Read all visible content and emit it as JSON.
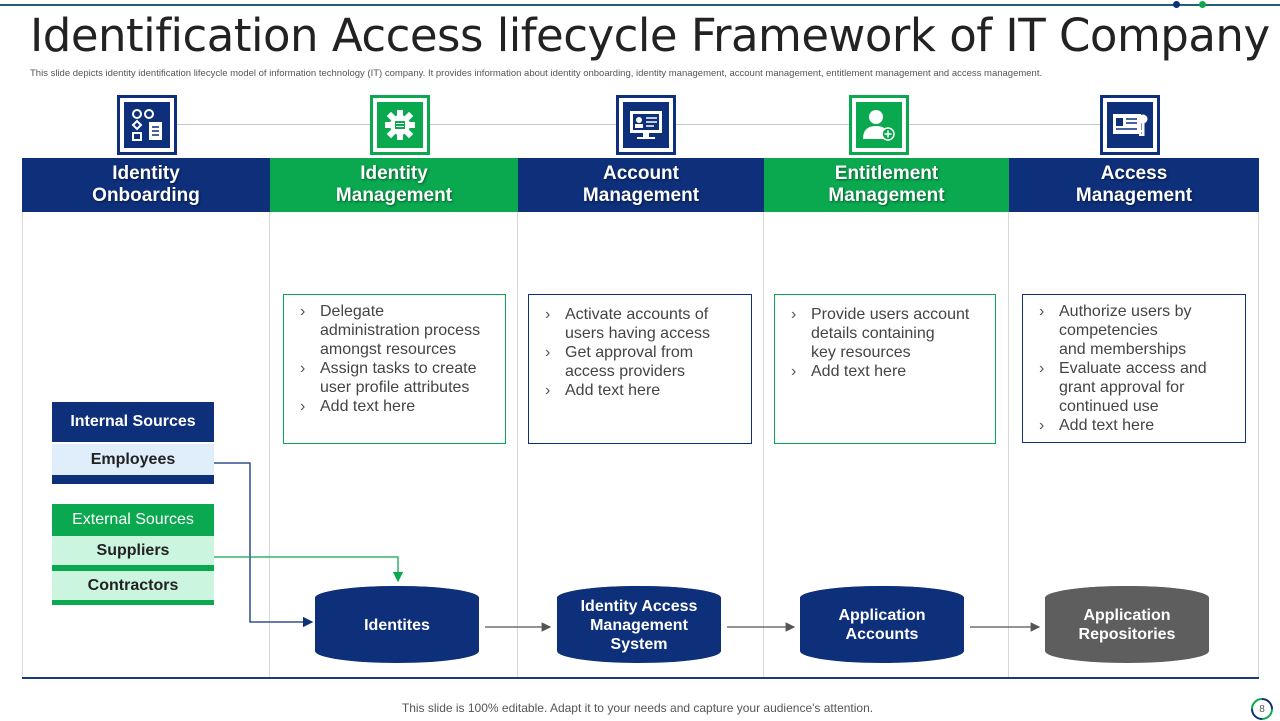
{
  "title": "Identification Access lifecycle Framework of IT Company",
  "subtitle": "This slide depicts identity identification lifecycle model of information technology (IT) company. It provides information about identity onboarding, identity management,  account management,  entitlement  management and access management.",
  "colors": {
    "navy": "#0e2f7a",
    "green": "#0aa84f",
    "gray": "#5e5e5e",
    "light_blue": "#dfeefa",
    "light_green": "#ccf5df"
  },
  "columns": [
    {
      "title": "Identity\nOnboarding",
      "icon": "flowchart-document-icon"
    },
    {
      "title": "Identity\nManagement",
      "icon": "gear-icon"
    },
    {
      "title": "Account\nManagement",
      "icon": "monitor-icon"
    },
    {
      "title": "Entitlement\nManagement",
      "icon": "user-add-icon"
    },
    {
      "title": "Access\nManagement",
      "icon": "id-card-key-icon"
    }
  ],
  "boxes": [
    {
      "bullets": [
        "Delegate\nadministration process\namongst resources",
        "Assign tasks to create\nuser profile attributes",
        "Add text here"
      ]
    },
    {
      "bullets": [
        "Activate accounts of\nusers having access",
        "Get approval from\n access providers",
        "Add text here"
      ]
    },
    {
      "bullets": [
        "Provide users account\ndetails containing\n key resources",
        "Add text here"
      ]
    },
    {
      "bullets": [
        "Authorize users by\ncompetencies\nand memberships",
        "Evaluate access and\ngrant approval for\ncontinued use",
        "Add text here"
      ]
    }
  ],
  "bullet_glyph": "›",
  "sources": {
    "internal": {
      "title": "Internal Sources",
      "items": [
        "Employees"
      ]
    },
    "external": {
      "title": "External Sources",
      "items": [
        "Suppliers",
        "Contractors"
      ]
    }
  },
  "cylinders": [
    {
      "label": "Identites"
    },
    {
      "label": "Identity Access\nManagement\nSystem"
    },
    {
      "label": "Application\nAccounts"
    },
    {
      "label": "Application\nRepositories"
    }
  ],
  "footer": "This slide is 100% editable. Adapt it to your needs and capture your audience's attention.",
  "page_number": "8"
}
